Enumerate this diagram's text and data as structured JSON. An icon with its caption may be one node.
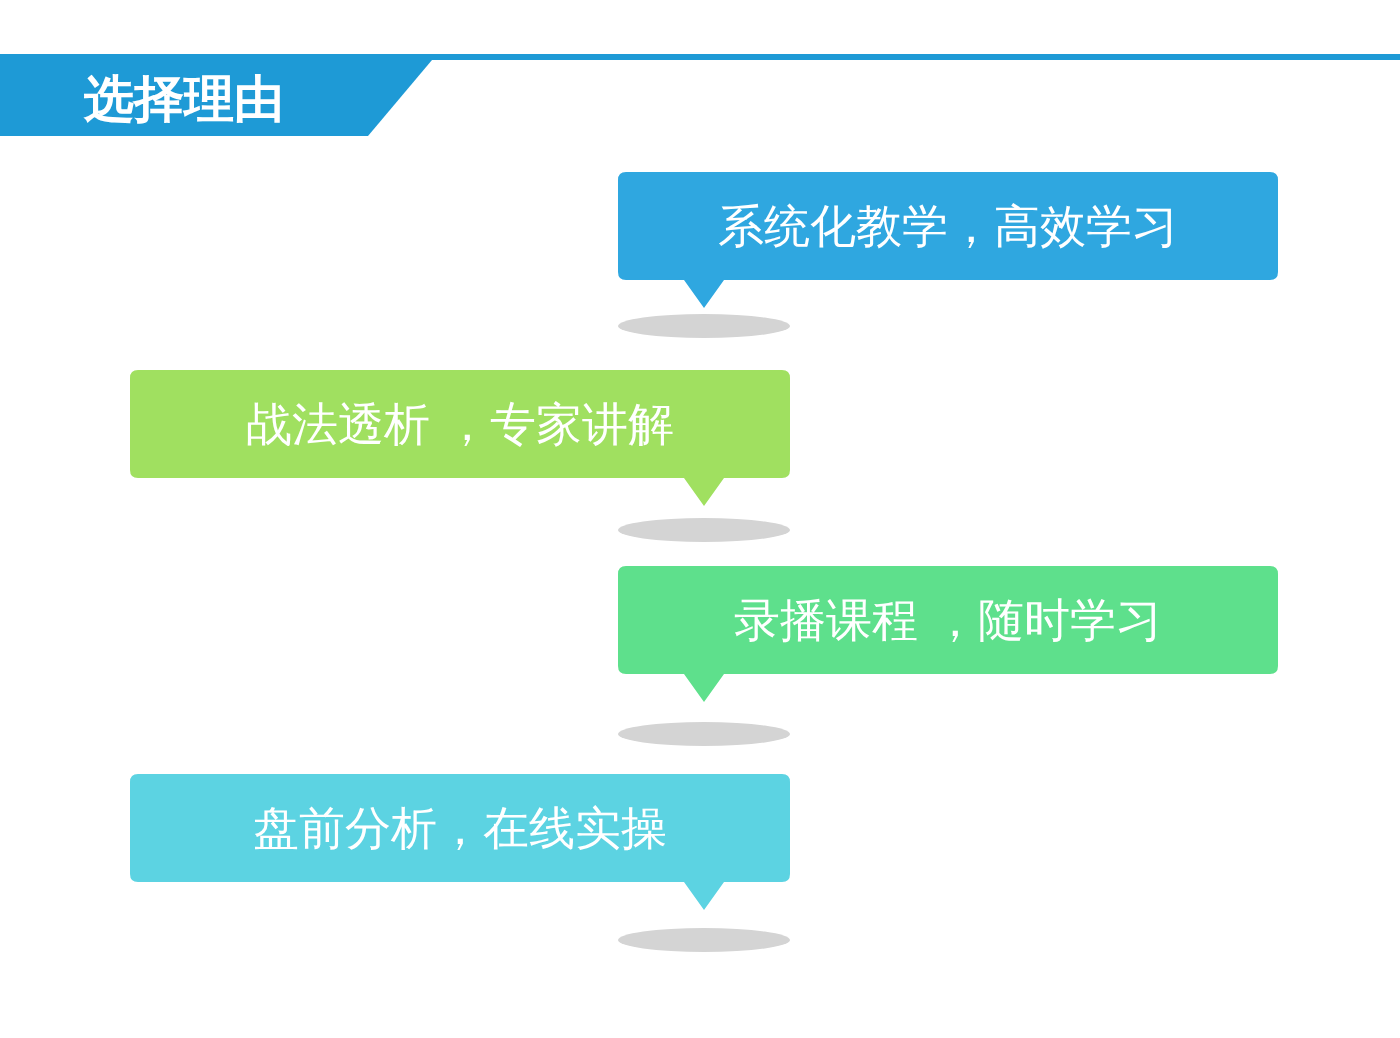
{
  "diagram": {
    "title": "选择理由",
    "nodes": [
      {
        "text": [
          "系统化教学，高效学习"
        ]
      },
      {
        "text": [
          "战法透析 ，专家讲解"
        ]
      },
      {
        "text": [
          "录播课程 ，随时学习"
        ]
      },
      {
        "text": [
          "盘前分析，在线实操"
        ]
      }
    ]
  }
}
